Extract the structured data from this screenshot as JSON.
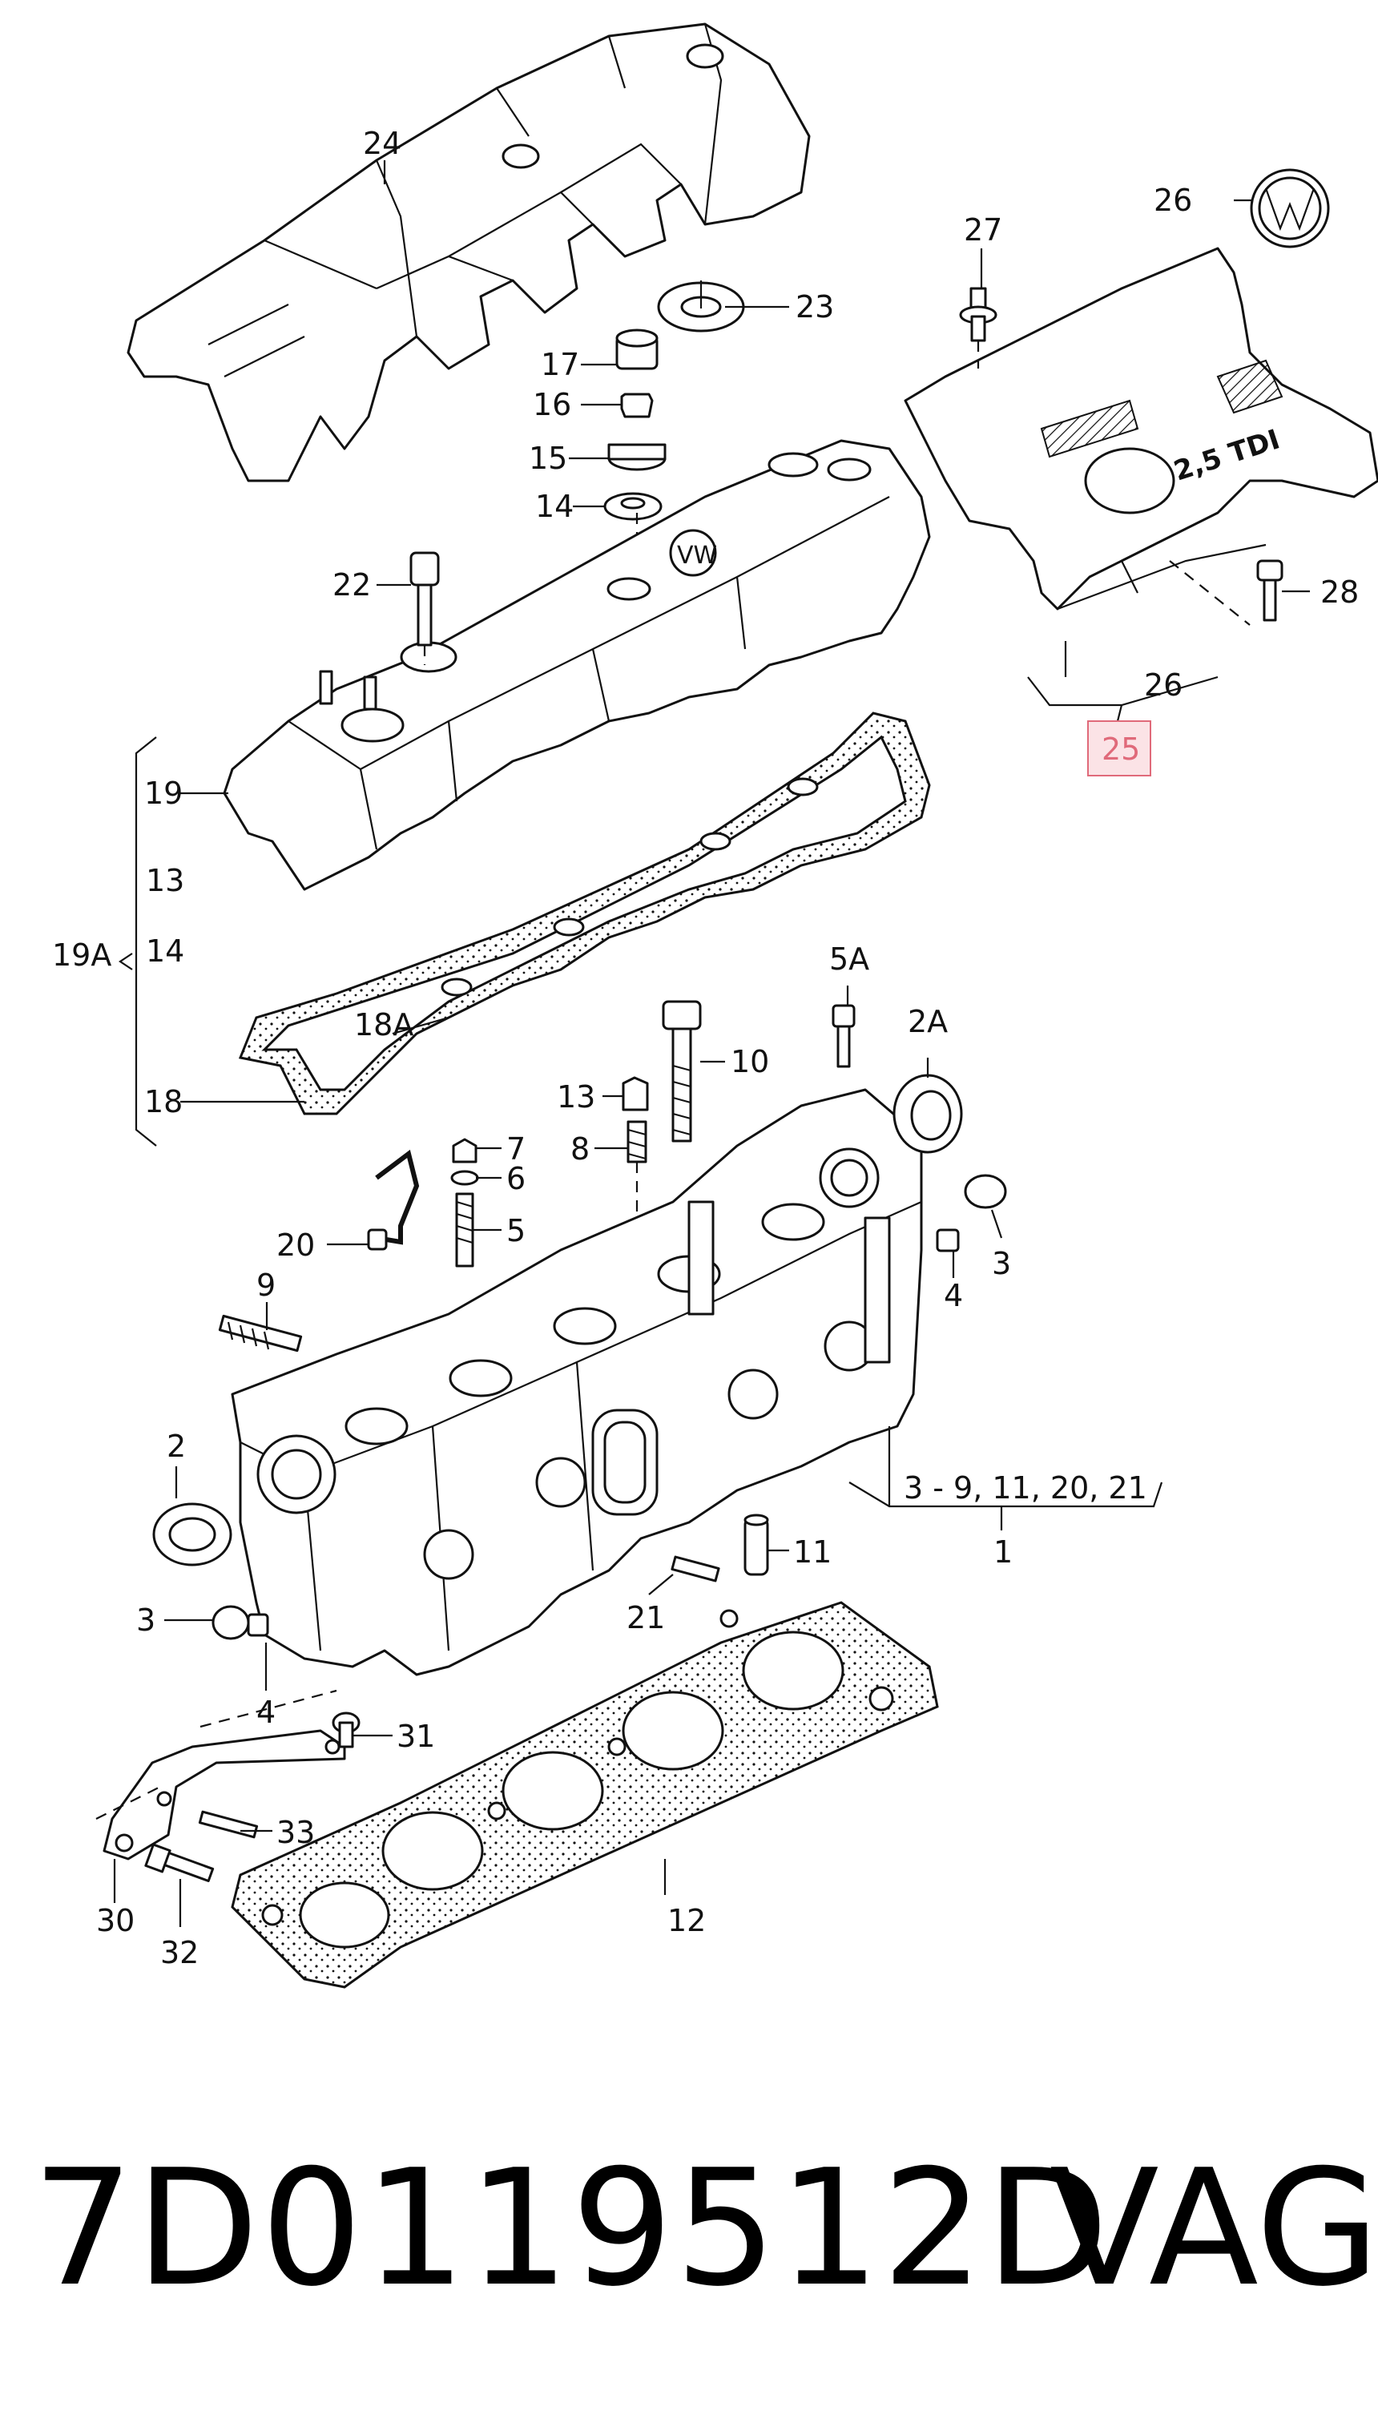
{
  "part_number": "7D0119512D",
  "brand": "VAG",
  "highlight_color": "#e06a7a",
  "callouts": {
    "c24": "24",
    "c23": "23",
    "c17": "17",
    "c16": "16",
    "c15": "15",
    "c14a": "14",
    "c22": "22",
    "c19": "19",
    "c13a": "13",
    "c19a": "19A",
    "c14b": "14",
    "c18a": "18A",
    "c18": "18",
    "c27": "27",
    "c26a": "26",
    "c28": "28",
    "c26b": "26",
    "c25": "25",
    "c5a": "5A",
    "c2a": "2A",
    "c10": "10",
    "c13b": "13",
    "c8": "8",
    "c7": "7",
    "c6": "6",
    "c5": "5",
    "c20": "20",
    "c3a": "3",
    "c4a": "4",
    "c9": "9",
    "c2": "2",
    "c3b": "3",
    "c4b": "4",
    "c21": "21",
    "c11": "11",
    "c1range": "3 - 9, 11, 20, 21",
    "c1": "1",
    "c31": "31",
    "c33": "33",
    "c30": "30",
    "c32": "32",
    "c12": "12"
  },
  "cover_text": "2,5 TDI"
}
